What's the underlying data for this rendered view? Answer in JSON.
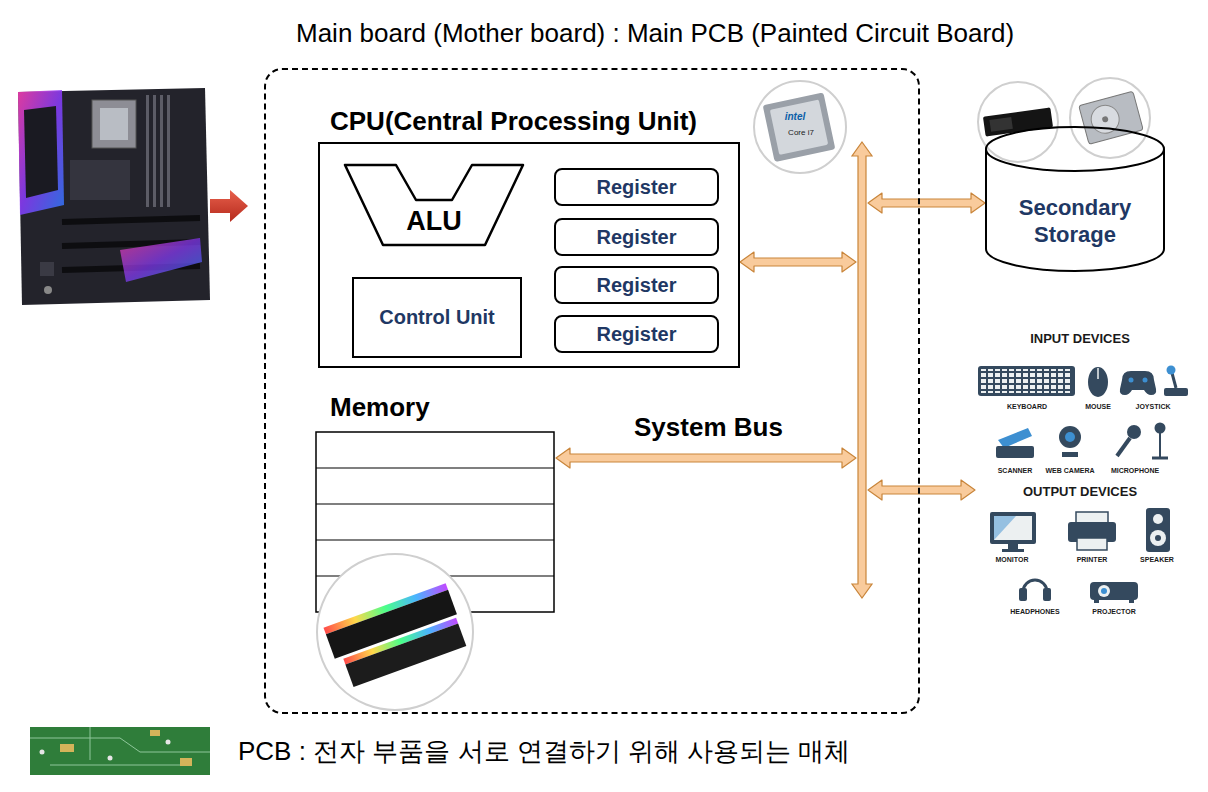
{
  "diagram": {
    "nodes": [
      {
        "text": [
          "Main board (Mother board) : Main PCB (Painted Circuit Board)"
        ]
      },
      {
        "text": [
          "CPU(Central Processing Unit)"
        ],
        "in": 0
      },
      {
        "text": [
          "ALU"
        ],
        "in": 1
      },
      {
        "text": [
          "Control Unit"
        ],
        "in": 1
      },
      {
        "text": [
          "Register"
        ],
        "in": 1
      },
      {
        "text": [
          "Register"
        ],
        "in": 1
      },
      {
        "text": [
          "Register"
        ],
        "in": 1
      },
      {
        "text": [
          "Register"
        ],
        "in": 1
      },
      {
        "text": [
          "Memory"
        ],
        "in": 0
      },
      {
        "text": [
          "System Bus"
        ],
        "in": 0
      },
      {
        "text": [
          "Secondary Storage"
        ]
      },
      {
        "text": [
          "INPUT DEVICES",
          "KEYBOARD",
          "MOUSE",
          "JOYSTICK",
          "SCANNER",
          "WEB CAMERA",
          "MICROPHONE",
          "OUTPUT DEVICES",
          "MONITOR",
          "PRINTER",
          "SPEAKER",
          "HEADPHONES",
          "PROJECTOR"
        ]
      }
    ],
    "edges": [
      {
        "from": 1,
        "to": 9,
        "arrow": "both"
      },
      {
        "from": 8,
        "to": 9,
        "arrow": "both"
      },
      {
        "from": 9,
        "to": 10,
        "arrow": "both"
      },
      {
        "from": 9,
        "to": 11,
        "arrow": "both"
      }
    ],
    "labels": [
      "intel",
      "Core i7",
      "PCB : 전자 부품을 서로 연결하기 위해 사용되는 매체"
    ]
  }
}
